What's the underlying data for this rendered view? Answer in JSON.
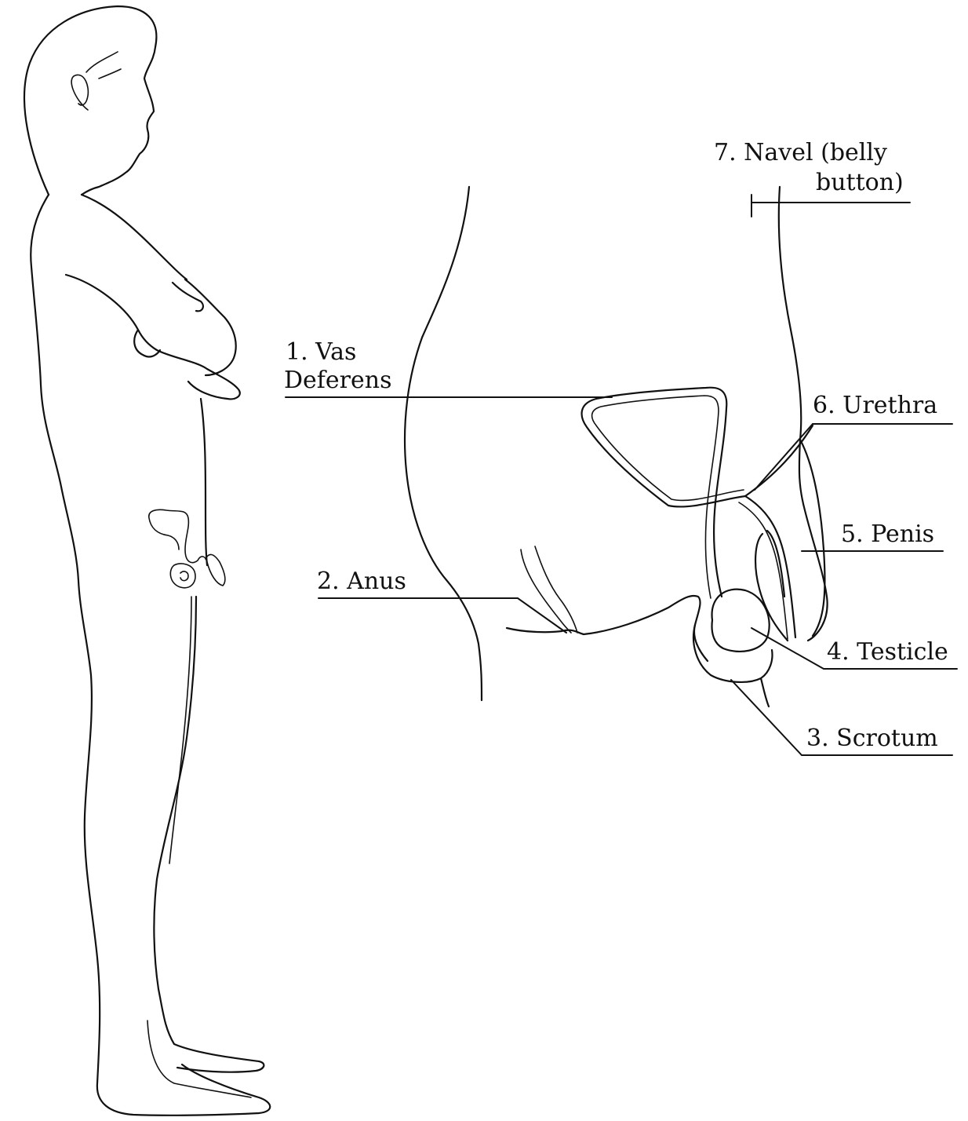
{
  "diagram": {
    "labels": {
      "vas_deferens_line1": "1. Vas",
      "vas_deferens_line2": "Deferens",
      "anus": "2. Anus",
      "scrotum": "3. Scrotum",
      "testicle": "4. Testicle",
      "penis": "5. Penis",
      "urethra": "6. Urethra",
      "navel_line1": "7. Navel (belly",
      "navel_line2": "button)"
    },
    "colors": {
      "ink": "#111111",
      "background": "#ffffff"
    }
  }
}
